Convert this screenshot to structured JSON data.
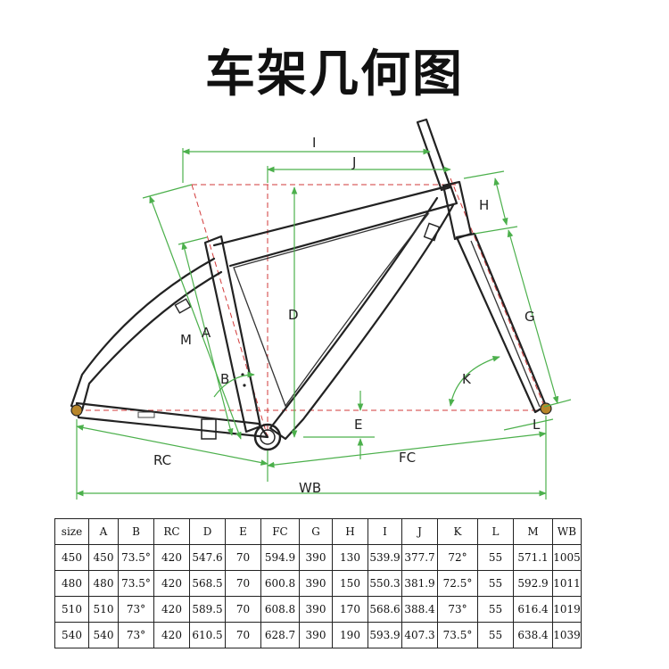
{
  "title": "车架几何图",
  "dimension_labels": {
    "I": "I",
    "J": "J",
    "H": "H",
    "D": "D",
    "G": "G",
    "M": "M",
    "A": "A",
    "B": "B",
    "K": "K",
    "E": "E",
    "L": "L",
    "RC": "RC",
    "FC": "FC",
    "WB": "WB"
  },
  "colors": {
    "frame": "#222222",
    "dimension_lines": "#4cb04c",
    "axis_lines": "#d23a3a"
  },
  "table": {
    "headers": [
      "size",
      "A",
      "B",
      "RC",
      "D",
      "E",
      "FC",
      "G",
      "H",
      "I",
      "J",
      "K",
      "L",
      "M",
      "WB"
    ],
    "rows": [
      [
        "450",
        "450",
        "73.5°",
        "420",
        "547.6",
        "70",
        "594.9",
        "390",
        "130",
        "539.9",
        "377.7",
        "72°",
        "55",
        "571.1",
        "1005"
      ],
      [
        "480",
        "480",
        "73.5°",
        "420",
        "568.5",
        "70",
        "600.8",
        "390",
        "150",
        "550.3",
        "381.9",
        "72.5°",
        "55",
        "592.9",
        "1011"
      ],
      [
        "510",
        "510",
        "73°",
        "420",
        "589.5",
        "70",
        "608.8",
        "390",
        "170",
        "568.6",
        "388.4",
        "73°",
        "55",
        "616.4",
        "1019"
      ],
      [
        "540",
        "540",
        "73°",
        "420",
        "610.5",
        "70",
        "628.7",
        "390",
        "190",
        "593.9",
        "407.3",
        "73.5°",
        "55",
        "638.4",
        "1039"
      ]
    ]
  }
}
